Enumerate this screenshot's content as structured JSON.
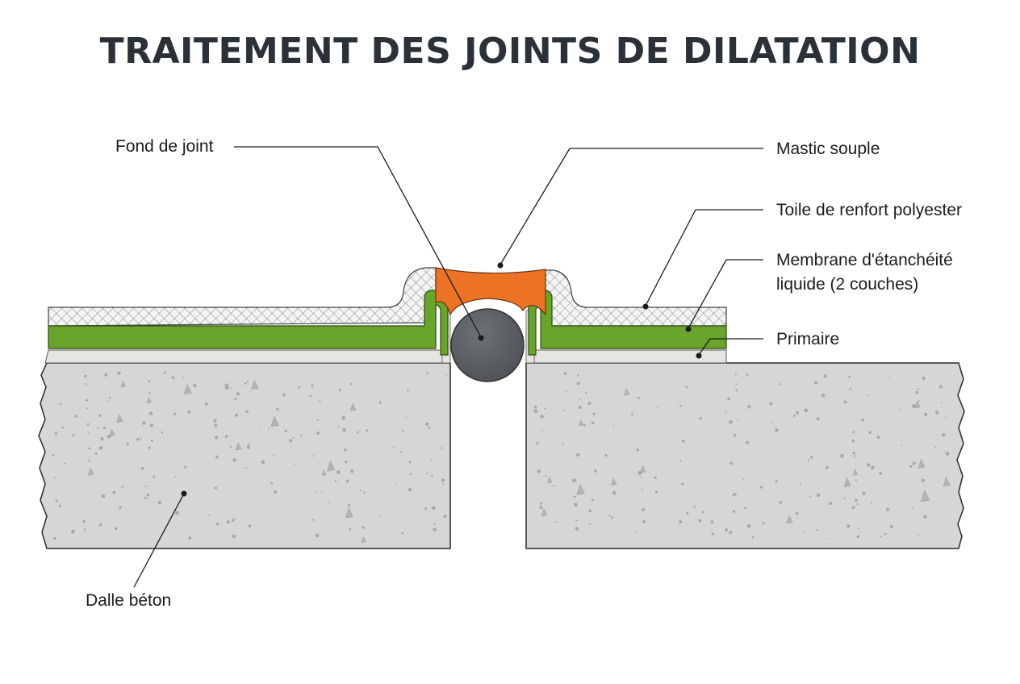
{
  "title": "TRAITEMENT DES JOINTS DE DILATATION",
  "labels": {
    "fond_de_joint": "Fond de joint",
    "mastic": "Mastic souple",
    "toile": "Toile de renfort polyester",
    "membrane_line1": "Membrane d'étanchéité",
    "membrane_line2": "liquide (2 couches)",
    "primaire": "Primaire",
    "dalle": "Dalle béton"
  },
  "colors": {
    "concrete": "#d5d5d5",
    "membrane": "#69a52b",
    "mastic": "#ec7326",
    "backer_rod": "#5c5f63",
    "primer": "#e6e4df",
    "mesh": "#f3f3f3",
    "title": "#2b3138"
  }
}
